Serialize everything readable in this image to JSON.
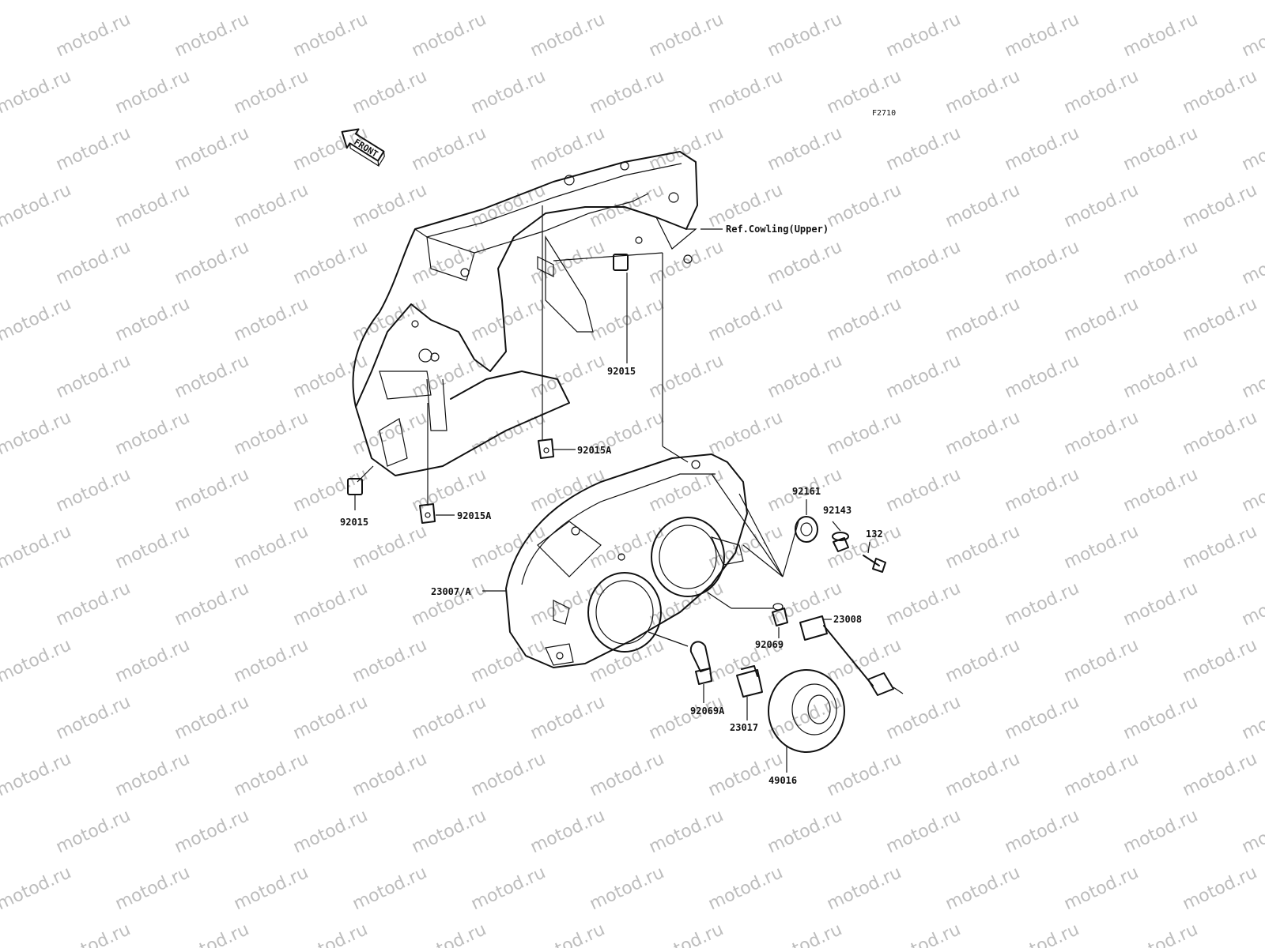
{
  "watermark": {
    "text": "motod.ru"
  },
  "figure_code": "F2710",
  "front_marker": "FRONT",
  "reference": "Ref.Cowling(Upper)",
  "parts": [
    {
      "id": "p1",
      "number": "92015"
    },
    {
      "id": "p2",
      "number": "92015A"
    },
    {
      "id": "p3",
      "number": "92015"
    },
    {
      "id": "p4",
      "number": "92015A"
    },
    {
      "id": "p5",
      "number": "92161"
    },
    {
      "id": "p6",
      "number": "92143"
    },
    {
      "id": "p7",
      "number": "132"
    },
    {
      "id": "p8",
      "number": "23007/A"
    },
    {
      "id": "p9",
      "number": "23008"
    },
    {
      "id": "p10",
      "number": "92069"
    },
    {
      "id": "p11",
      "number": "92069A"
    },
    {
      "id": "p12",
      "number": "23017"
    },
    {
      "id": "p13",
      "number": "49016"
    }
  ]
}
